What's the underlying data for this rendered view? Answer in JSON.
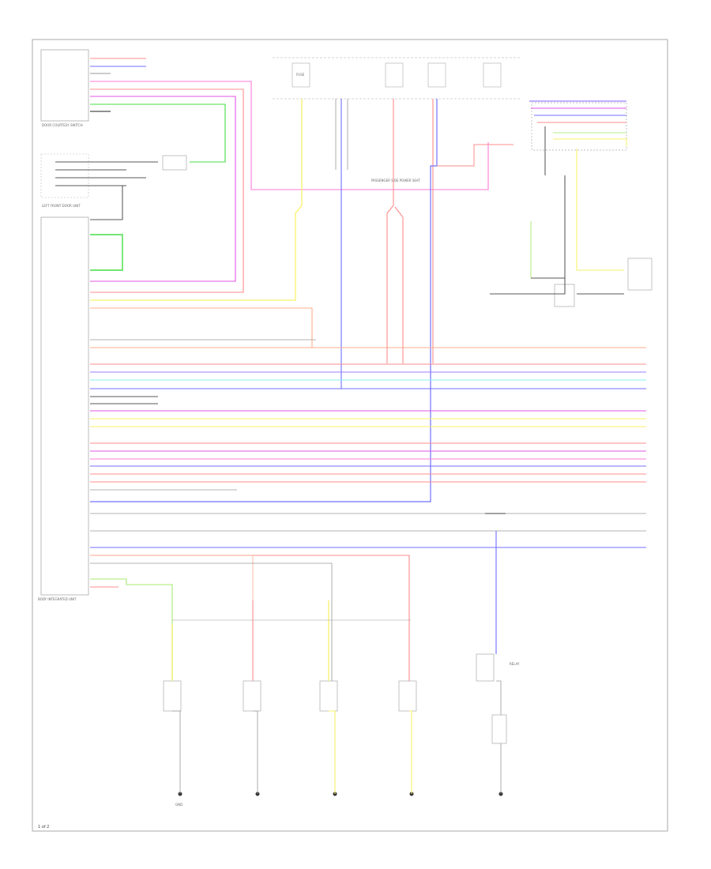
{
  "figure_number": "1 of 2",
  "wire_colors": {
    "red": "#ff8c8c",
    "blue": "#7070ff",
    "pink": "#ff7ad9",
    "magenta": "#e155e6",
    "yellow": "#f7f26a",
    "green": "#44dd44",
    "lt_green": "#b7ef8a",
    "orange": "#ffae8c",
    "cyan": "#8cf0f2",
    "purple": "#9a7dff",
    "gray": "#9a9a9a",
    "black": "#222222"
  },
  "labels": {
    "bcm": "BODY INTEGRATED UNIT",
    "passenger_unit": "PASSENGER SIDE POWER SEAT",
    "door_unit": "DOOR COURTESY SWITCH",
    "unit_left": "LEFT FRONT DOOR UNIT",
    "fuse": "FUSE",
    "relay": "RELAY",
    "ground": "GND"
  }
}
